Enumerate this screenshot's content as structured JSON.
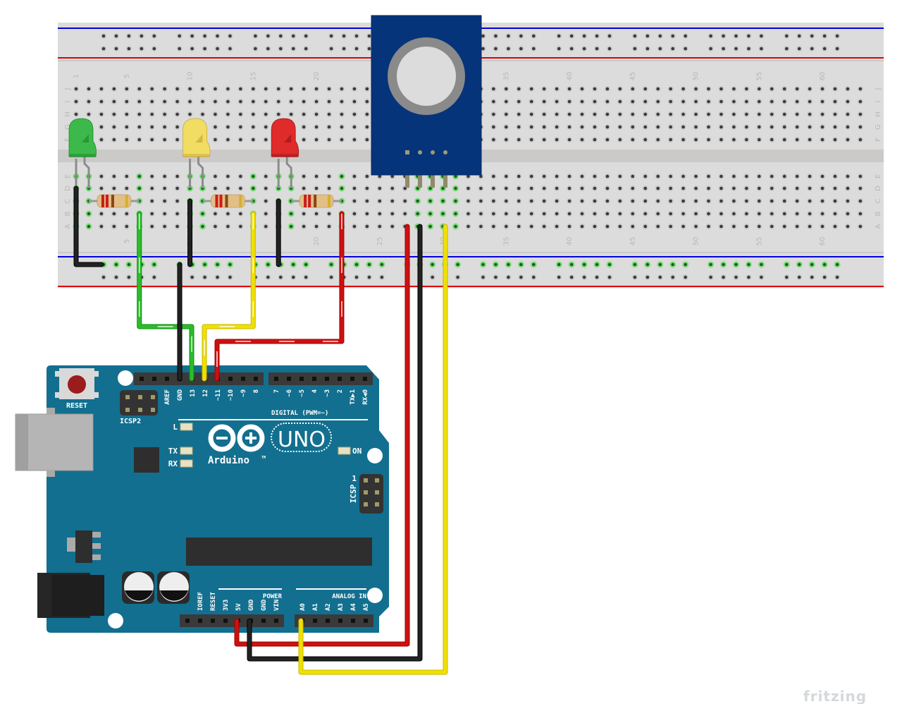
{
  "diagram": {
    "title": "Arduino UNO with three LEDs, resistors and sensor module on breadboard",
    "watermark": "fritzing"
  },
  "breadboard": {
    "columns": 63,
    "column_numbers": [
      "1",
      "5",
      "10",
      "15",
      "20",
      "25",
      "30",
      "35",
      "40",
      "45",
      "50",
      "55",
      "60"
    ],
    "top_row_letters": [
      "J",
      "I",
      "H",
      "G",
      "F"
    ],
    "bottom_row_letters": [
      "E",
      "D",
      "C",
      "B",
      "A"
    ],
    "colors": {
      "body": "#dcdcdc",
      "channel": "#ccc9c9",
      "hole": "#3a3a3a",
      "rail_blue": "#0000e0",
      "rail_red": "#e00000",
      "active_hole": "#5ddc5d"
    }
  },
  "leds": [
    {
      "name": "green-led",
      "color": "#3cb94a",
      "dark": "#1f8a2c",
      "column": 1
    },
    {
      "name": "yellow-led",
      "color": "#f2dd63",
      "dark": "#c9a83a",
      "column": 10
    },
    {
      "name": "red-led",
      "color": "#e02b2b",
      "dark": "#a01515",
      "column": 17
    }
  ],
  "resistors": [
    {
      "name": "resistor-1",
      "from_col": 2,
      "to_col": 6
    },
    {
      "name": "resistor-2",
      "from_col": 11,
      "to_col": 15
    },
    {
      "name": "resistor-3",
      "from_col": 18,
      "to_col": 22
    }
  ],
  "sensor_module": {
    "name": "sensor-module",
    "body_color": "#06347a",
    "ring_color": "#8a8a8a",
    "face_color": "#dcdcdc",
    "pins": 4
  },
  "arduino": {
    "board_color": "#126f8f",
    "reset_label": "RESET",
    "icsp2_label": "ICSP2",
    "icsp_label": "ICSP",
    "icsp_pin1": "1",
    "logo_text": "Arduino",
    "logo_tm": "TM",
    "model": "UNO",
    "led_labels": {
      "l": "L",
      "tx": "TX",
      "rx": "RX",
      "on": "ON"
    },
    "digital_header_left": [
      "AREF",
      "GND",
      "13",
      "12",
      "~11",
      "~10",
      "~9",
      "8"
    ],
    "digital_header_right": [
      "7",
      "~6",
      "~5",
      "4",
      "~3",
      "2",
      "TX▶1",
      "RX◀0"
    ],
    "digital_label": "DIGITAL (PWM=~)",
    "power_label": "POWER",
    "power_pins": [
      "IOREF",
      "RESET",
      "3V3",
      "5V",
      "GND",
      "GND",
      "VIN"
    ],
    "analog_label": "ANALOG IN",
    "analog_pins": [
      "A0",
      "A1",
      "A2",
      "A3",
      "A4",
      "A5"
    ]
  },
  "wires": [
    {
      "name": "wire-green-pin13",
      "color": "#2dbb2d",
      "connects": "pin 13 to resistor 1"
    },
    {
      "name": "wire-black-gnd",
      "color": "#222222",
      "connects": "GND to ground rail"
    },
    {
      "name": "wire-yellow-pin12",
      "color": "#f0e000",
      "connects": "pin 12 to resistor 2"
    },
    {
      "name": "wire-red-pin11",
      "color": "#cc1111",
      "connects": "pin 11 to resistor 3"
    },
    {
      "name": "wire-red-5v",
      "color": "#cc1111",
      "connects": "5V to sensor VCC"
    },
    {
      "name": "wire-black-sensor-gnd",
      "color": "#222222",
      "connects": "GND to sensor GND"
    },
    {
      "name": "wire-yellow-a0",
      "color": "#f0e000",
      "connects": "A0 to sensor signal"
    }
  ]
}
